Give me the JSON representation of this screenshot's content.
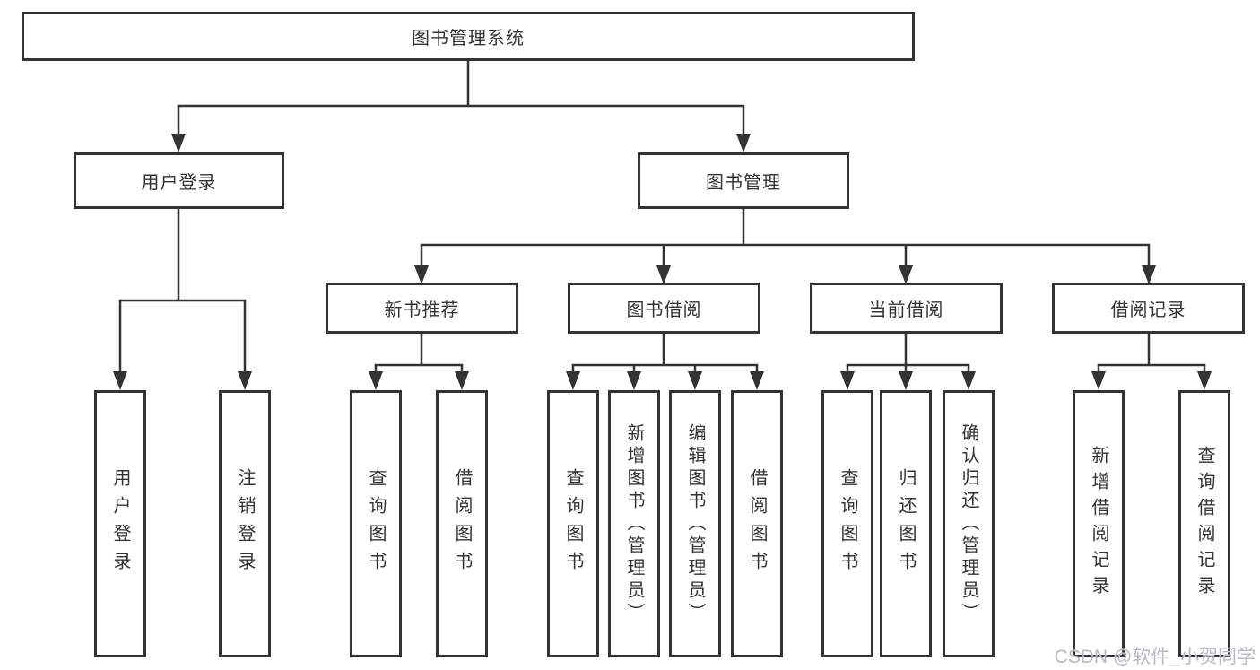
{
  "diagram": {
    "root": {
      "label": "图书管理系统"
    },
    "branches": [
      {
        "label": "用户登录",
        "children": [
          {
            "label": "用户登录"
          },
          {
            "label": "注销登录"
          }
        ]
      },
      {
        "label": "图书管理",
        "children": [
          {
            "label": "新书推荐",
            "children": [
              {
                "label": "查询图书"
              },
              {
                "label": "借阅图书"
              }
            ]
          },
          {
            "label": "图书借阅",
            "children": [
              {
                "label": "查询图书"
              },
              {
                "label": "新增图书（管理员）"
              },
              {
                "label": "编辑图书（管理员）"
              },
              {
                "label": "借阅图书"
              }
            ]
          },
          {
            "label": "当前借阅",
            "children": [
              {
                "label": "查询图书"
              },
              {
                "label": "归还图书"
              },
              {
                "label": "确认归还（管理员）"
              }
            ]
          },
          {
            "label": "借阅记录",
            "children": [
              {
                "label": "新增借阅记录"
              },
              {
                "label": "查询借阅记录"
              }
            ]
          }
        ]
      }
    ]
  },
  "colors": {
    "line": "#333333",
    "box_border": "#333333",
    "text": "#333333",
    "background": "#ffffff",
    "watermark": "#b7bbc1"
  },
  "watermark": {
    "label": "CSDN @软件_小贺同学"
  }
}
